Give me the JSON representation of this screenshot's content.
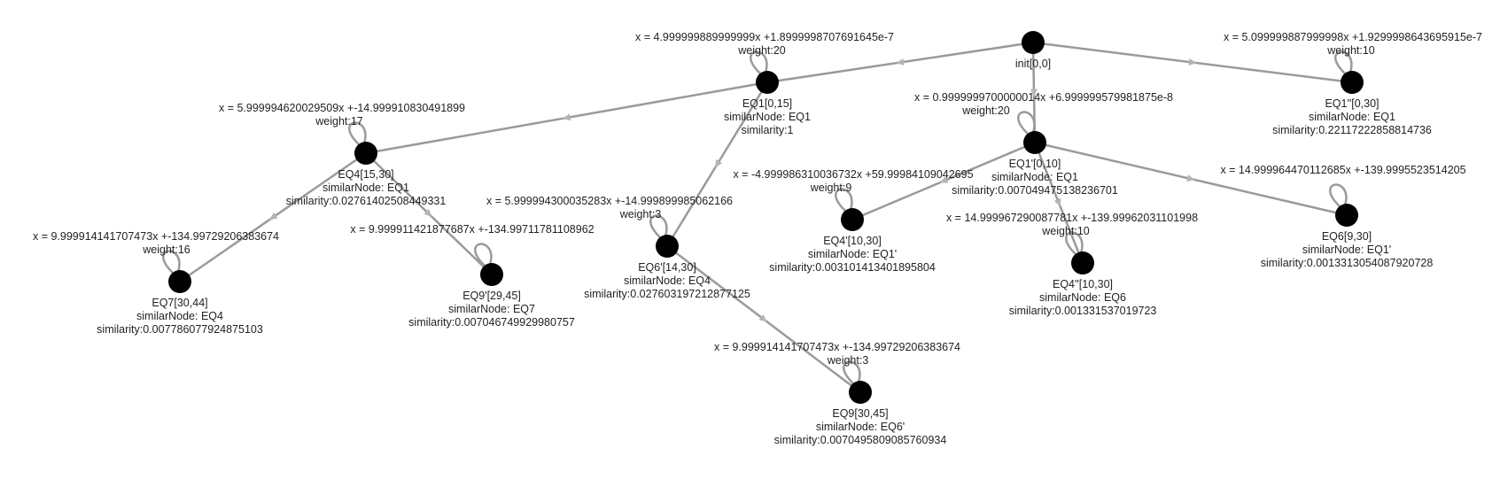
{
  "graph": {
    "colors": {
      "node": "#000000",
      "edge": "#9a9a9a",
      "text": "#222222"
    },
    "nodes": [
      {
        "id": "init",
        "label": "init[0,0]",
        "similar": "",
        "similarity": ""
      },
      {
        "id": "EQ1",
        "label": "EQ1[0,15]",
        "similar": "similarNode: EQ1",
        "similarity": "similarity:1"
      },
      {
        "id": "EQ1pp",
        "label": "EQ1''[0,30]",
        "similar": "similarNode: EQ1",
        "similarity": "similarity:0.22117222858814736"
      },
      {
        "id": "EQ1p",
        "label": "EQ1'[0,10]",
        "similar": "similarNode: EQ1",
        "similarity": "similarity:0.007049475138236701"
      },
      {
        "id": "EQ4",
        "label": "EQ4[15,30]",
        "similar": "similarNode: EQ1",
        "similarity": "similarity:0.02761402508449331"
      },
      {
        "id": "EQ7",
        "label": "EQ7[30,44]",
        "similar": "similarNode: EQ4",
        "similarity": "similarity:0.007786077924875103"
      },
      {
        "id": "EQ9p",
        "label": "EQ9'[29,45]",
        "similar": "similarNode: EQ7",
        "similarity": "similarity:0.007046749929980757"
      },
      {
        "id": "EQ6p",
        "label": "EQ6'[14,30]",
        "similar": "similarNode: EQ4",
        "similarity": "similarity:0.027603197212877125"
      },
      {
        "id": "EQ9",
        "label": "EQ9[30,45]",
        "similar": "similarNode: EQ6'",
        "similarity": "similarity:0.0070495809085760934"
      },
      {
        "id": "EQ4p",
        "label": "EQ4'[10,30]",
        "similar": "similarNode: EQ1'",
        "similarity": "similarity:0.003101413401895804"
      },
      {
        "id": "EQ4pp",
        "label": "EQ4''[10,30]",
        "similar": "similarNode: EQ6",
        "similarity": "similarity:0.001331537019723"
      },
      {
        "id": "EQ6",
        "label": "EQ6[9,30]",
        "similar": "similarNode: EQ1'",
        "similarity": "similarity:0.0013313054087920728"
      }
    ],
    "edges": [
      {
        "from": "init",
        "to": "EQ1"
      },
      {
        "from": "init",
        "to": "EQ1pp"
      },
      {
        "from": "init",
        "to": "EQ1p"
      },
      {
        "from": "EQ1",
        "to": "EQ4"
      },
      {
        "from": "EQ1",
        "to": "EQ6p"
      },
      {
        "from": "EQ4",
        "to": "EQ7"
      },
      {
        "from": "EQ4",
        "to": "EQ9p"
      },
      {
        "from": "EQ6p",
        "to": "EQ9"
      },
      {
        "from": "EQ1p",
        "to": "EQ4p"
      },
      {
        "from": "EQ1p",
        "to": "EQ4pp"
      },
      {
        "from": "EQ1p",
        "to": "EQ6"
      }
    ],
    "loops": [
      {
        "node": "EQ1",
        "equation": "x = 4.999999889999999x +1.8999998707691645e-7",
        "weight": "weight:20"
      },
      {
        "node": "EQ1pp",
        "equation": "x = 5.099999887999998x +1.9299998643695915e-7",
        "weight": "weight:10"
      },
      {
        "node": "EQ1p",
        "equation": "x = 0.9999999700000014x +6.999999579981875e-8",
        "weight": "weight:20"
      },
      {
        "node": "EQ4",
        "equation": "x = 5.999994620029509x +-14.999910830491899",
        "weight": "weight:17"
      },
      {
        "node": "EQ7",
        "equation": "x = 9.999914141707473x +-134.99729206383674",
        "weight": "weight:16"
      },
      {
        "node": "EQ9p",
        "equation": "x = 9.999911421877687x +-134.99711781108962",
        "weight": ""
      },
      {
        "node": "EQ6p",
        "equation": "x = 5.999994300035283x +-14.999899985062166",
        "weight": "weight:3"
      },
      {
        "node": "EQ9",
        "equation": "x = 9.999914141707473x +-134.99729206383674",
        "weight": "weight:3"
      },
      {
        "node": "EQ4p",
        "equation": "x = -4.999986310036732x +59.99984109042695",
        "weight": "weight:9"
      },
      {
        "node": "EQ4pp",
        "equation": "x = 14.999967290087781x +-139.99962031101998",
        "weight": "weight:10"
      },
      {
        "node": "EQ6",
        "equation": "x = 14.999964470112685x +-139.9995523514205",
        "weight": ""
      }
    ]
  }
}
